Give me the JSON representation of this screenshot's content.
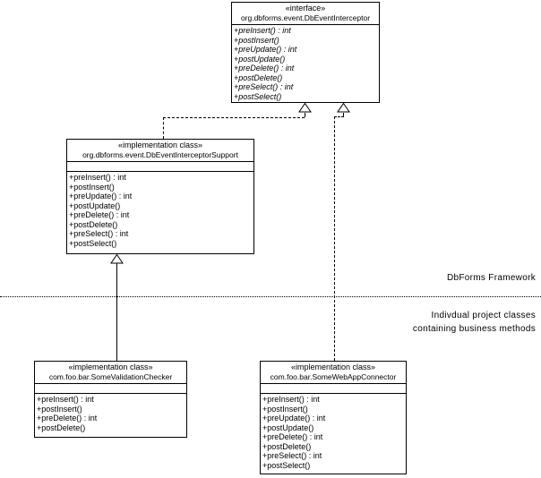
{
  "classes": {
    "interceptor": {
      "stereotype": "«interface»",
      "name": "org.dbforms.event.DbEventInterceptor",
      "methods": [
        "+preInsert() : int",
        "+postInsert()",
        "+preUpdate() : int",
        "+postUpdate()",
        "+preDelete() : int",
        "+postDelete()",
        "+preSelect() : int",
        "+postSelect()"
      ]
    },
    "support": {
      "stereotype": "«implementation class»",
      "name": "org.dbforms.event.DbEventInterceptorSupport",
      "methods": [
        "+preInsert() : int",
        "+postInsert()",
        "+preUpdate() : int",
        "+postUpdate()",
        "+preDelete() : int",
        "+postDelete()",
        "+preSelect() : int",
        "+postSelect()"
      ]
    },
    "validation_checker": {
      "stereotype": "«implementation class»",
      "name": "com.foo.bar.SomeValidationChecker",
      "methods": [
        "+preInsert() : int",
        "+postInsert()",
        "+preDelete() : int",
        "+postDelete()"
      ]
    },
    "webapp_connector": {
      "stereotype": "«implementation class»",
      "name": "com.foo.bar.SomeWebAppConnector",
      "methods": [
        "+preInsert() : int",
        "+postInsert()",
        "+preUpdate() : int",
        "+postUpdate()",
        "+preDelete() : int",
        "+postDelete()",
        "+preSelect() : int",
        "+postSelect()"
      ]
    }
  },
  "annotations": {
    "framework_label": "DbForms Framework",
    "project_label_line1": "Indivdual project classes",
    "project_label_line2": "containing business methods"
  },
  "relationships": [
    {
      "type": "realization",
      "line": "dashed",
      "from": "org.dbforms.event.DbEventInterceptorSupport",
      "to": "org.dbforms.event.DbEventInterceptor"
    },
    {
      "type": "realization",
      "line": "dashed",
      "from": "com.foo.bar.SomeWebAppConnector",
      "to": "org.dbforms.event.DbEventInterceptor"
    },
    {
      "type": "generalization",
      "line": "solid",
      "from": "com.foo.bar.SomeValidationChecker",
      "to": "org.dbforms.event.DbEventInterceptorSupport"
    }
  ],
  "colors": {
    "line": "#000000",
    "background": "#ffffff"
  }
}
